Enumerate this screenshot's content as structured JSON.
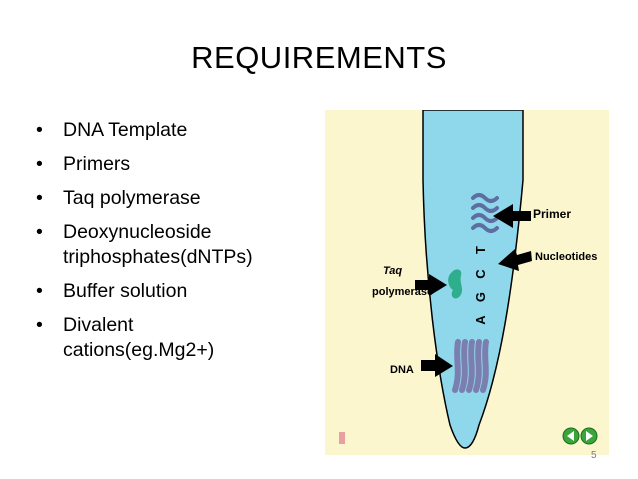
{
  "slide": {
    "title": "REQUIREMENTS",
    "page_number": "5",
    "bullets": [
      {
        "lines": [
          "DNA Template"
        ]
      },
      {
        "lines": [
          "Primers"
        ]
      },
      {
        "lines": [
          "Taq polymerase"
        ]
      },
      {
        "lines": [
          "Deoxynucleoside",
          "triphosphates(dNTPs)"
        ]
      },
      {
        "lines": [
          "Buffer solution"
        ]
      },
      {
        "lines": [
          "Divalent",
          "cations(eg.Mg2+)"
        ]
      }
    ]
  },
  "figure": {
    "labels": {
      "primer": "Primer",
      "nucleotides": "Nucleotides",
      "taq_line1": "Taq",
      "taq_line2": "polymerase",
      "dna": "DNA"
    },
    "letters": [
      "T",
      "C",
      "G",
      "A"
    ],
    "colors": {
      "background": "#fcf6cf",
      "tube": "#8fd8ec",
      "tube_outline": "#000000",
      "dna": "#7b7fb0",
      "primer": "#5e6ea0",
      "taq": "#2fae8e",
      "arrow": "#000000",
      "nav_button": "#3aa53a"
    }
  }
}
